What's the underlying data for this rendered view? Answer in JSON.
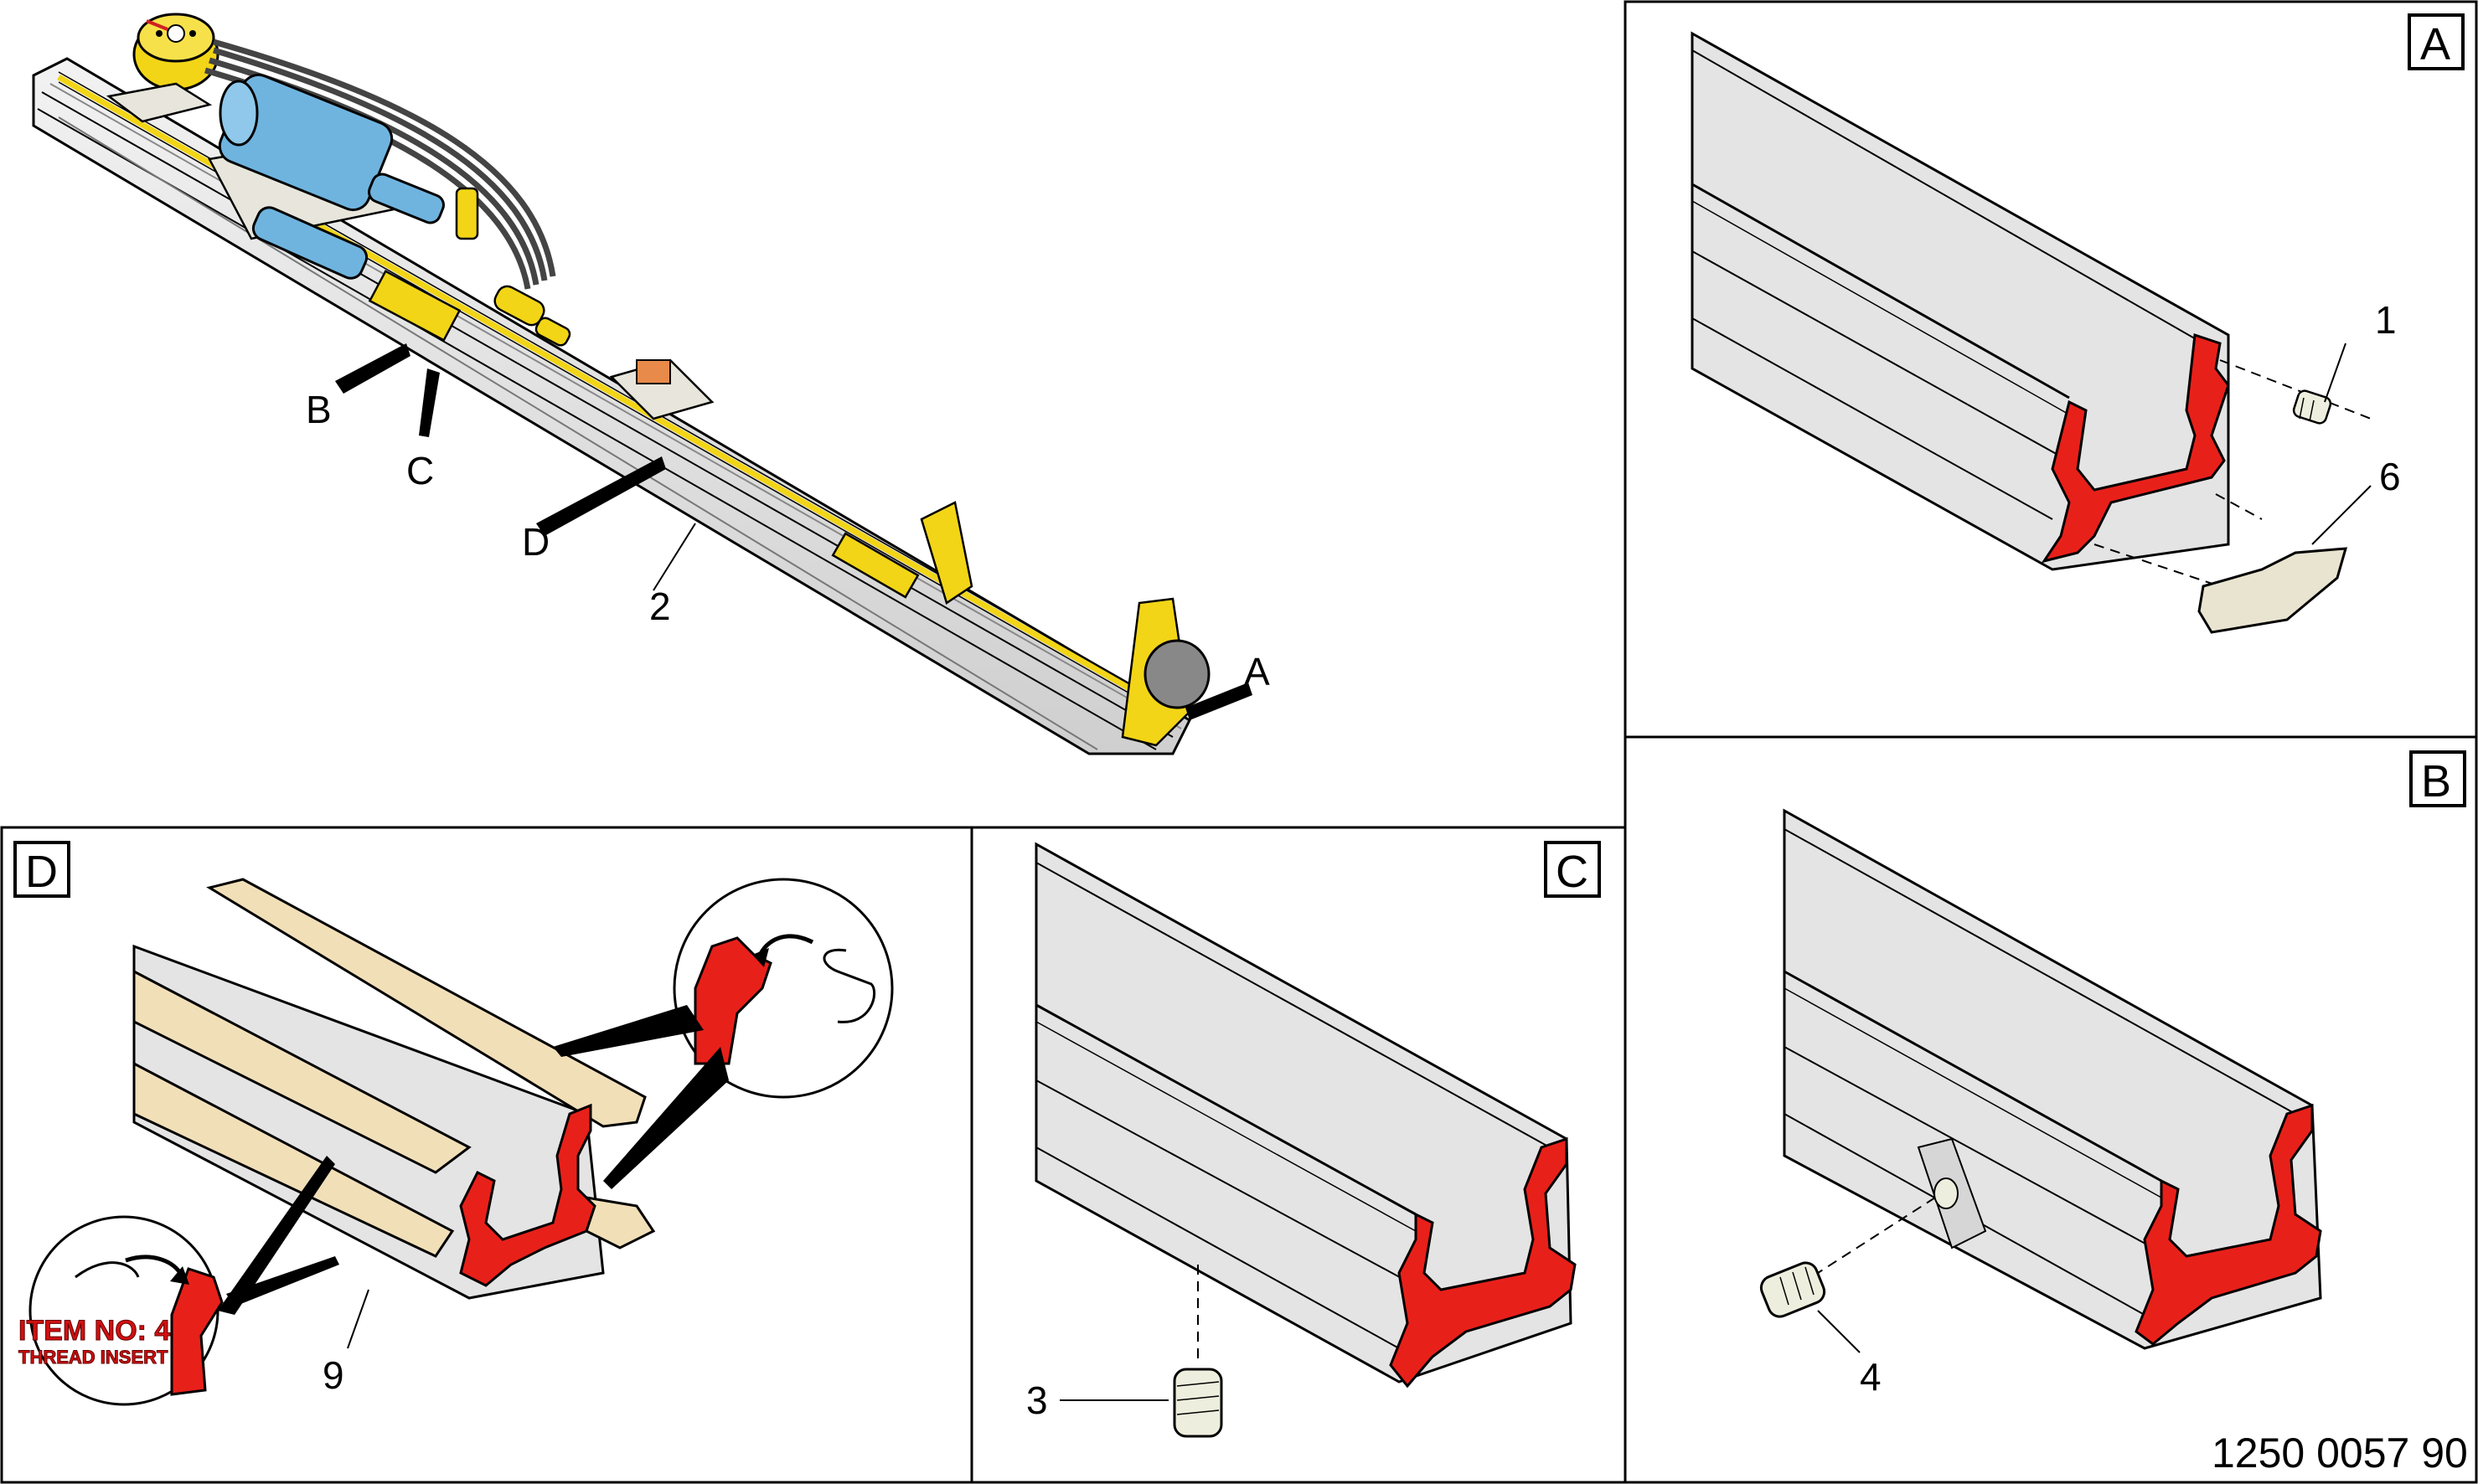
{
  "document_number": "1250 0057 90",
  "panels": {
    "A": {
      "label": "A",
      "callouts": [
        "1",
        "6"
      ]
    },
    "B": {
      "label": "B",
      "callouts": [
        "4"
      ]
    },
    "C": {
      "label": "C",
      "callouts": [
        "3"
      ]
    },
    "D": {
      "label": "D",
      "callouts": [
        "9"
      ],
      "item_title": "ITEM NO: 4",
      "item_subtitle": "THREAD INSERT"
    }
  },
  "overview": {
    "pointers": [
      "A",
      "B",
      "C",
      "D"
    ],
    "part_callout": "2"
  },
  "colors": {
    "profile_section": "#e8201a",
    "rail_fill": "#e4e4e4",
    "component_yellow": "#f2d516",
    "motor_blue": "#6fb4df",
    "strip_beige": "#f1dfb8",
    "frame": "#000000"
  }
}
